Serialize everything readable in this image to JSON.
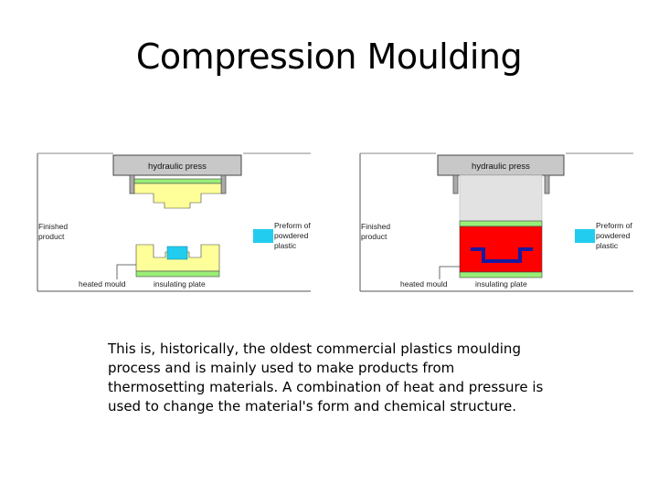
{
  "slide": {
    "title": "Compression Moulding",
    "caption": "This is, historically, the oldest commercial plastics moulding process and is mainly used to make products from thermosetting materials. A combination of heat and pressure is used to change the material's form and chemical structure."
  },
  "diagrams": {
    "left": {
      "press_label": "hydraulic press",
      "product_label_1": "Finished",
      "product_label_2": "product",
      "preform_label_1": "Preform of",
      "preform_label_2": "powdered",
      "preform_label_3": "plastic",
      "mould_label": "heated mould",
      "plate_label": "insulating plate"
    },
    "right": {
      "press_label": "hydraulic press",
      "product_label_1": "Finished",
      "product_label_2": "product",
      "preform_label_1": "Preform of",
      "preform_label_2": "powdered",
      "preform_label_3": "plastic",
      "mould_label": "heated mould",
      "plate_label": "insulating plate"
    }
  },
  "colors": {
    "press": "#c8c8c8",
    "mould_open": "#ffff99",
    "mould_closed": "#ff0000",
    "insulating_plate": "#99ee77",
    "preform": "#22ccee",
    "product": "#1a1aa0",
    "press_ram": "#e2e2e2"
  }
}
